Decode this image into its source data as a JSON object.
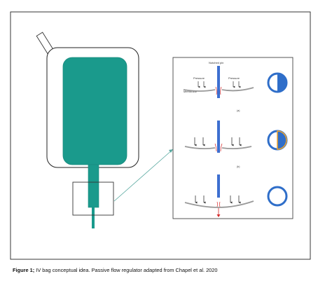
{
  "colors": {
    "bag_fill": "#1a9a8c",
    "bag_stroke": "#1a8a7e",
    "pin": "#3d6fd0",
    "membrane": "#999999",
    "flow_arrow": "#d62828",
    "leader_line": "#55a79e",
    "indicator_ring": "#2f6ec9",
    "indicator_half": "#f2a428"
  },
  "icons": [
    "hanger-tab-icon",
    "iv-bag-icon",
    "notched-pin-icon",
    "flow-indicator-icon"
  ],
  "labels": {
    "notched_pin": "Notched pin",
    "pressure_left": "Pressure",
    "pressure_right": "Pressure",
    "membrane": "Membrane",
    "panel_a": "(a)",
    "panel_b": "(b)"
  },
  "caption": {
    "label": "Figure 1;",
    "text": " IV bag conceptual idea. Passive flow regulator adapted from Chapel et al. 2020"
  }
}
